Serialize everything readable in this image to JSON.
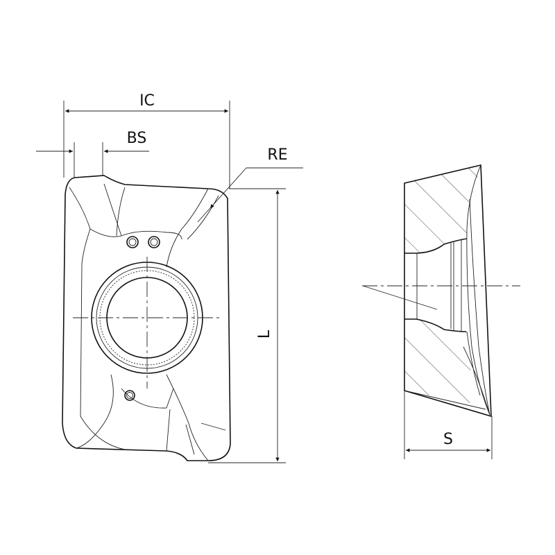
{
  "labels": {
    "ic": "IC",
    "bs": "BS",
    "re": "RE",
    "l": "L",
    "s": "S"
  },
  "colors": {
    "line": "#111111",
    "background": "#ffffff"
  }
}
